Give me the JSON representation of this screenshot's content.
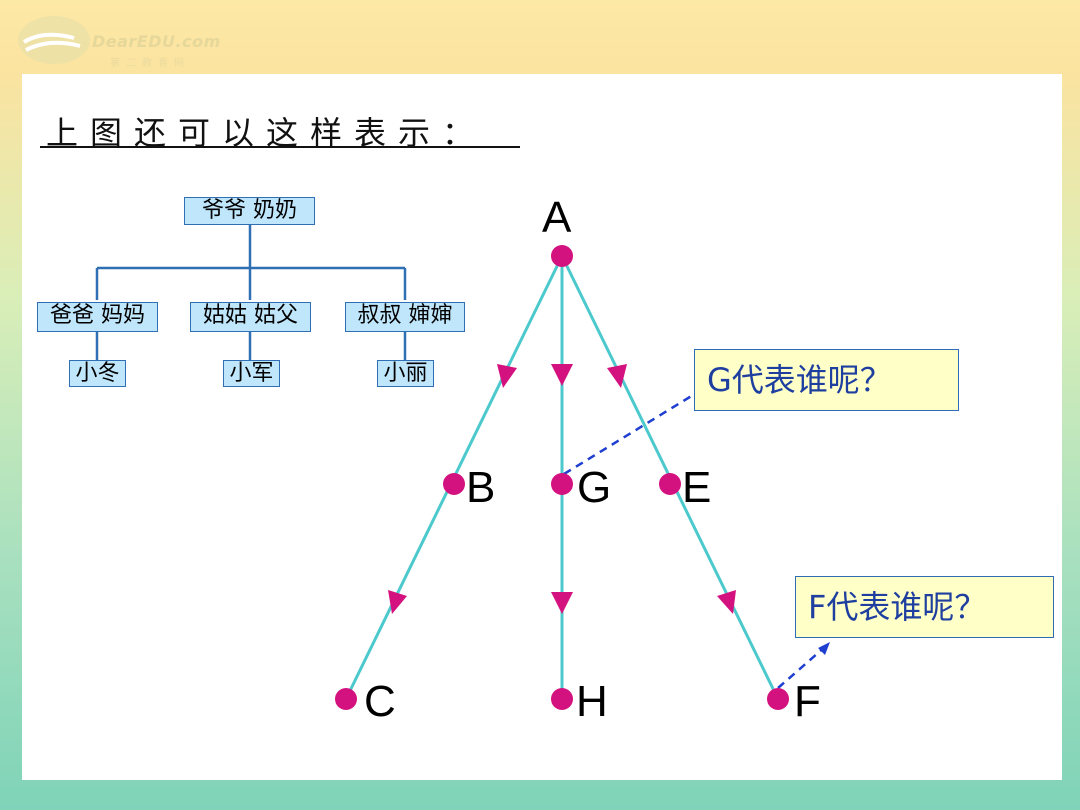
{
  "logo": {
    "text": "DearEDU.com",
    "subtitle": "第二教育网"
  },
  "title": "上图还可以这样表示：",
  "family_tree": {
    "root": "爷爷  奶奶",
    "children": [
      "爸爸  妈妈",
      "姑姑  姑父",
      "叔叔  婶婶"
    ],
    "grandchildren": [
      "小冬",
      "小军",
      "小丽"
    ],
    "line_color": "#2f6fb4",
    "box_fill": "#bfe6fb"
  },
  "graph": {
    "nodes": [
      "A",
      "B",
      "G",
      "E",
      "C",
      "H",
      "F"
    ],
    "edge_color": "#4cc9cc",
    "node_color": "#d4127f"
  },
  "callouts": {
    "g_question": "G代表谁呢？",
    "f_question": "F代表谁呢？",
    "callout_line_color": "#1f3fd0",
    "callout_fill": "#ffffc8"
  }
}
